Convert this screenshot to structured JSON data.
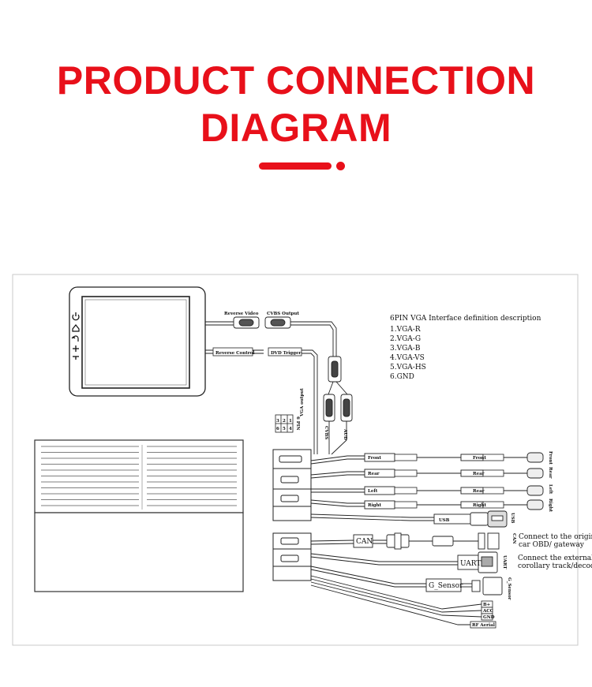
{
  "header": {
    "title_line1": "PRODUCT CONNECTION",
    "title_line2": "DIAGRAM",
    "accent_color": "#e8101a"
  },
  "diagram": {
    "monitor_icons": [
      "power-icon",
      "home-icon",
      "back-icon",
      "volume-up-icon",
      "volume-down-icon"
    ],
    "connectors": {
      "reverse_video": "Reverse Video",
      "cvbs_output": "CVBS Output",
      "reverse_control": "Reverse Control",
      "dvd_trigger": "DVD Trigger",
      "cvbs_v": "CVBS",
      "aud_v": "AUD",
      "vga_output": "VGA output",
      "pin_label": "6 PIN",
      "pin_numbers": [
        "3",
        "2",
        "1",
        "6",
        "5",
        "4"
      ]
    },
    "vga_description": {
      "title": "6PIN  VGA Interface definition description",
      "pins": [
        "1.VGA-R",
        "2.VGA-G",
        "3.VGA-B",
        "4.VGA-VS",
        "5.VGA-HS",
        "6.GND"
      ]
    },
    "cameras": [
      {
        "label": "Front",
        "mid": "Front",
        "end": "Front"
      },
      {
        "label": "Rear",
        "mid": "Rear",
        "end": "Rear"
      },
      {
        "label": "Left",
        "mid": "Rear",
        "end": "Left"
      },
      {
        "label": "Right",
        "mid": "Right",
        "end": "Right"
      }
    ],
    "usb": {
      "label": "USB",
      "end": "USB"
    },
    "can": {
      "label": "CAN",
      "desc_line1": "Connect to the original",
      "desc_line2": "car OBD/ gateway",
      "small": "CAN"
    },
    "uart": {
      "label": "UART",
      "desc_line1": "Connect the external",
      "desc_line2": "corollary track/decoder",
      "small": "UART"
    },
    "gsensor": {
      "label": "G_Sensor",
      "small": "G_Sensor"
    },
    "power": {
      "bplus": "B+",
      "acc": "ACC",
      "gnd": "GND",
      "rf": "RF Aerial"
    }
  }
}
